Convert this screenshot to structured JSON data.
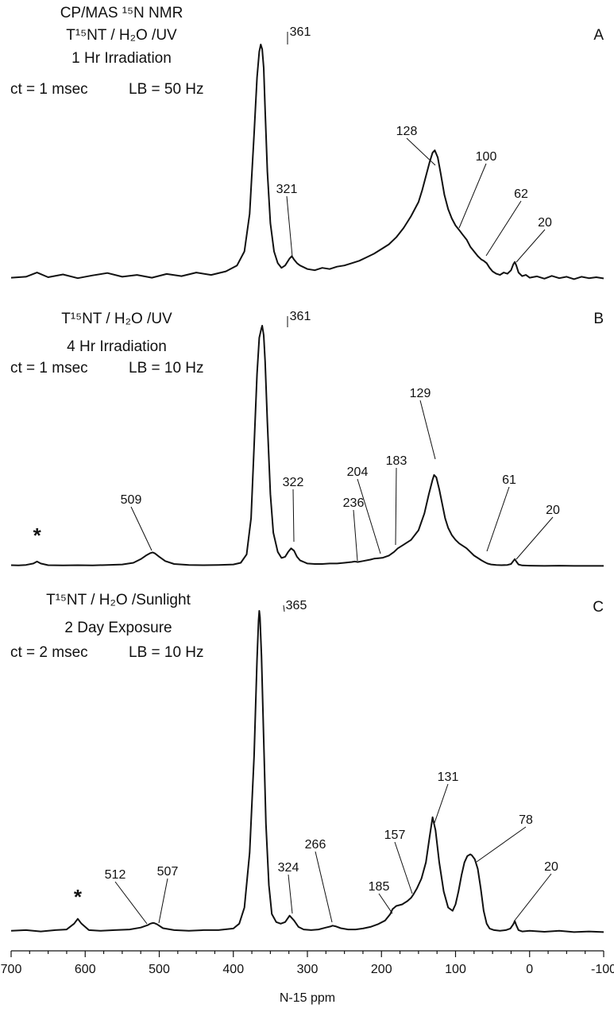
{
  "chart_data": {
    "type": "line",
    "x_axis": {
      "label": "N-15 ppm",
      "xlim": [
        700,
        -100
      ],
      "ticks": [
        "700",
        "600",
        "500",
        "400",
        "300",
        "200",
        "100",
        "0",
        "-100"
      ]
    },
    "panels": [
      {
        "id": "A",
        "letter": "A",
        "header_lines": [
          "CP/MAS ¹⁵N NMR",
          "T¹⁵NT / H₂O /UV",
          "1 Hr Irradiation"
        ],
        "ct": "ct = 1 msec",
        "lb": "LB = 50 Hz",
        "ylim": [
          0,
          1
        ],
        "x": [
          700,
          680,
          665,
          650,
          630,
          610,
          590,
          570,
          550,
          530,
          510,
          490,
          470,
          450,
          430,
          410,
          395,
          385,
          378,
          372,
          368,
          365,
          363,
          361,
          359,
          357,
          354,
          350,
          345,
          340,
          335,
          330,
          324,
          321,
          318,
          314,
          310,
          300,
          290,
          280,
          270,
          260,
          250,
          240,
          230,
          220,
          210,
          200,
          190,
          180,
          170,
          160,
          150,
          145,
          140,
          135,
          131,
          128,
          124,
          120,
          115,
          110,
          105,
          100,
          95,
          90,
          85,
          80,
          75,
          70,
          65,
          62,
          58,
          54,
          50,
          45,
          40,
          35,
          30,
          25,
          22,
          20,
          18,
          15,
          10,
          5,
          0,
          -10,
          -20,
          -30,
          -40,
          -50,
          -60,
          -70,
          -80,
          -90,
          -100
        ],
        "y": [
          0.008,
          0.012,
          0.03,
          0.01,
          0.022,
          0.006,
          0.018,
          0.028,
          0.012,
          0.02,
          0.008,
          0.024,
          0.015,
          0.03,
          0.02,
          0.035,
          0.06,
          0.12,
          0.28,
          0.62,
          0.86,
          0.97,
          1.0,
          0.98,
          0.9,
          0.72,
          0.46,
          0.24,
          0.12,
          0.07,
          0.05,
          0.06,
          0.09,
          0.1,
          0.085,
          0.07,
          0.06,
          0.045,
          0.04,
          0.05,
          0.045,
          0.055,
          0.06,
          0.07,
          0.08,
          0.095,
          0.11,
          0.13,
          0.15,
          0.18,
          0.22,
          0.27,
          0.33,
          0.38,
          0.44,
          0.5,
          0.54,
          0.55,
          0.52,
          0.45,
          0.36,
          0.3,
          0.26,
          0.23,
          0.21,
          0.19,
          0.17,
          0.14,
          0.12,
          0.1,
          0.085,
          0.08,
          0.07,
          0.05,
          0.035,
          0.025,
          0.02,
          0.03,
          0.025,
          0.04,
          0.065,
          0.075,
          0.06,
          0.03,
          0.015,
          0.02,
          0.008,
          0.014,
          0.004,
          0.016,
          0.006,
          0.012,
          0.002,
          0.012,
          0.006,
          0.01,
          0.005
        ],
        "peak_labels": [
          {
            "text": "361",
            "x": 361
          },
          {
            "text": "321",
            "x": 321
          },
          {
            "text": "128",
            "x": 128
          },
          {
            "text": "100",
            "x": 100
          },
          {
            "text": "62",
            "x": 62
          },
          {
            "text": "20",
            "x": 20
          }
        ]
      },
      {
        "id": "B",
        "letter": "B",
        "header_lines": [
          "T¹⁵NT / H₂O /UV",
          "4 Hr Irradiation"
        ],
        "ct": "ct = 1 msec",
        "lb": "LB = 10 Hz",
        "ylim": [
          0,
          1
        ],
        "x": [
          700,
          690,
          680,
          670,
          665,
          660,
          650,
          630,
          610,
          590,
          570,
          550,
          535,
          525,
          518,
          512,
          509,
          506,
          500,
          492,
          480,
          460,
          440,
          420,
          400,
          390,
          382,
          376,
          372,
          368,
          365,
          362,
          361,
          359,
          357,
          354,
          350,
          346,
          340,
          335,
          330,
          326,
          322,
          318,
          314,
          310,
          300,
          290,
          280,
          270,
          260,
          250,
          240,
          236,
          232,
          225,
          215,
          210,
          204,
          198,
          190,
          183,
          178,
          170,
          160,
          150,
          142,
          136,
          131,
          129,
          126,
          122,
          118,
          114,
          110,
          105,
          100,
          95,
          90,
          85,
          80,
          75,
          70,
          65,
          61,
          57,
          52,
          45,
          38,
          30,
          25,
          22,
          20,
          18,
          15,
          10,
          0,
          -20,
          -40,
          -60,
          -80,
          -100
        ],
        "y": [
          0.005,
          0.004,
          0.006,
          0.012,
          0.02,
          0.012,
          0.005,
          0.004,
          0.005,
          0.004,
          0.006,
          0.008,
          0.015,
          0.03,
          0.045,
          0.055,
          0.058,
          0.054,
          0.04,
          0.022,
          0.01,
          0.006,
          0.005,
          0.006,
          0.008,
          0.015,
          0.05,
          0.2,
          0.5,
          0.8,
          0.95,
          0.99,
          1.0,
          0.96,
          0.85,
          0.6,
          0.3,
          0.14,
          0.06,
          0.035,
          0.04,
          0.06,
          0.075,
          0.065,
          0.04,
          0.025,
          0.012,
          0.01,
          0.01,
          0.012,
          0.012,
          0.015,
          0.018,
          0.02,
          0.018,
          0.022,
          0.028,
          0.032,
          0.034,
          0.036,
          0.045,
          0.06,
          0.075,
          0.09,
          0.11,
          0.15,
          0.22,
          0.3,
          0.36,
          0.38,
          0.37,
          0.32,
          0.26,
          0.2,
          0.16,
          0.13,
          0.11,
          0.095,
          0.085,
          0.075,
          0.06,
          0.045,
          0.035,
          0.025,
          0.018,
          0.012,
          0.008,
          0.006,
          0.005,
          0.006,
          0.01,
          0.022,
          0.03,
          0.02,
          0.008,
          0.004,
          0.003,
          0.002,
          0.003,
          0.002,
          0.002,
          0.002
        ],
        "peak_labels": [
          {
            "text": "361",
            "x": 361
          },
          {
            "text": "509",
            "x": 509
          },
          {
            "text": "322",
            "x": 322
          },
          {
            "text": "236",
            "x": 236
          },
          {
            "text": "204",
            "x": 204
          },
          {
            "text": "183",
            "x": 183
          },
          {
            "text": "129",
            "x": 129
          },
          {
            "text": "61",
            "x": 61
          },
          {
            "text": "20",
            "x": 20
          }
        ],
        "spinning_sideband_marker": {
          "text": "*",
          "x": 665
        }
      },
      {
        "id": "C",
        "letter": "C",
        "header_lines": [
          "T¹⁵NT / H₂O /Sunlight",
          "2 Day Exposure"
        ],
        "ct": "ct = 2 msec",
        "lb": "LB = 10 Hz",
        "ylim": [
          0,
          1
        ],
        "x": [
          700,
          680,
          660,
          640,
          625,
          615,
          610,
          605,
          595,
          580,
          560,
          540,
          525,
          515,
          512,
          509,
          507,
          503,
          495,
          480,
          460,
          440,
          420,
          400,
          392,
          385,
          378,
          372,
          368,
          366,
          365,
          364,
          362,
          359,
          356,
          352,
          348,
          342,
          336,
          330,
          324,
          318,
          312,
          305,
          295,
          285,
          275,
          268,
          266,
          262,
          255,
          245,
          235,
          225,
          215,
          205,
          195,
          188,
          185,
          180,
          172,
          165,
          160,
          157,
          152,
          146,
          140,
          135,
          131,
          127,
          122,
          116,
          110,
          104,
          100,
          96,
          92,
          88,
          84,
          80,
          78,
          74,
          70,
          66,
          62,
          58,
          54,
          48,
          40,
          32,
          26,
          22,
          20,
          18,
          15,
          10,
          0,
          -20,
          -40,
          -60,
          -80,
          -100
        ],
        "y": [
          0.008,
          0.01,
          0.006,
          0.01,
          0.012,
          0.03,
          0.045,
          0.03,
          0.01,
          0.008,
          0.01,
          0.012,
          0.018,
          0.026,
          0.03,
          0.032,
          0.032,
          0.028,
          0.016,
          0.01,
          0.008,
          0.01,
          0.01,
          0.015,
          0.03,
          0.08,
          0.25,
          0.55,
          0.85,
          0.97,
          1.0,
          0.98,
          0.86,
          0.6,
          0.34,
          0.15,
          0.06,
          0.035,
          0.03,
          0.035,
          0.055,
          0.04,
          0.02,
          0.012,
          0.01,
          0.012,
          0.018,
          0.022,
          0.024,
          0.022,
          0.016,
          0.012,
          0.012,
          0.015,
          0.02,
          0.028,
          0.04,
          0.06,
          0.075,
          0.085,
          0.09,
          0.1,
          0.11,
          0.12,
          0.14,
          0.17,
          0.22,
          0.3,
          0.36,
          0.32,
          0.22,
          0.13,
          0.08,
          0.07,
          0.09,
          0.13,
          0.18,
          0.22,
          0.24,
          0.245,
          0.242,
          0.23,
          0.2,
          0.14,
          0.07,
          0.03,
          0.015,
          0.01,
          0.008,
          0.01,
          0.015,
          0.028,
          0.038,
          0.025,
          0.01,
          0.006,
          0.008,
          0.005,
          0.008,
          0.004,
          0.006,
          0.004
        ],
        "peak_labels": [
          {
            "text": "365",
            "x": 365
          },
          {
            "text": "512",
            "x": 512
          },
          {
            "text": "507",
            "x": 507
          },
          {
            "text": "324",
            "x": 324
          },
          {
            "text": "266",
            "x": 266
          },
          {
            "text": "185",
            "x": 185
          },
          {
            "text": "157",
            "x": 157
          },
          {
            "text": "131",
            "x": 131
          },
          {
            "text": "78",
            "x": 78
          },
          {
            "text": "20",
            "x": 20
          }
        ],
        "spinning_sideband_marker": {
          "text": "*",
          "x": 610
        }
      }
    ]
  }
}
